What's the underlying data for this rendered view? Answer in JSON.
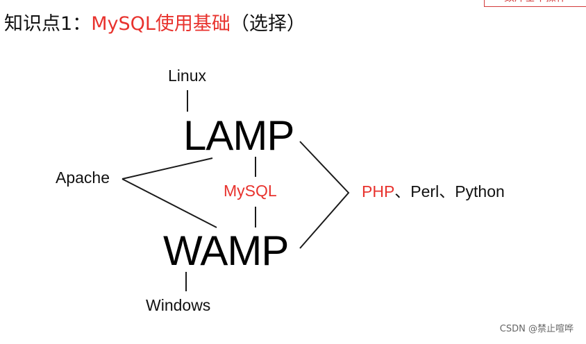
{
  "title": {
    "prefix": "知识点1：",
    "highlight": "MySQL使用基础",
    "suffix": "（选择）"
  },
  "corner_label": "数库基本操作",
  "diagram": {
    "linux": "Linux",
    "lamp": "LAMP",
    "apache": "Apache",
    "mysql": "MySQL",
    "wamp": "WAMP",
    "windows": "Windows",
    "php": "PHP",
    "sep1": "、",
    "perl": "Perl",
    "sep2": "、",
    "python": "Python"
  },
  "colors": {
    "accent": "#e8322d",
    "text": "#111111",
    "line": "#1a1a1a"
  },
  "watermark": "CSDN @禁止喧哗"
}
